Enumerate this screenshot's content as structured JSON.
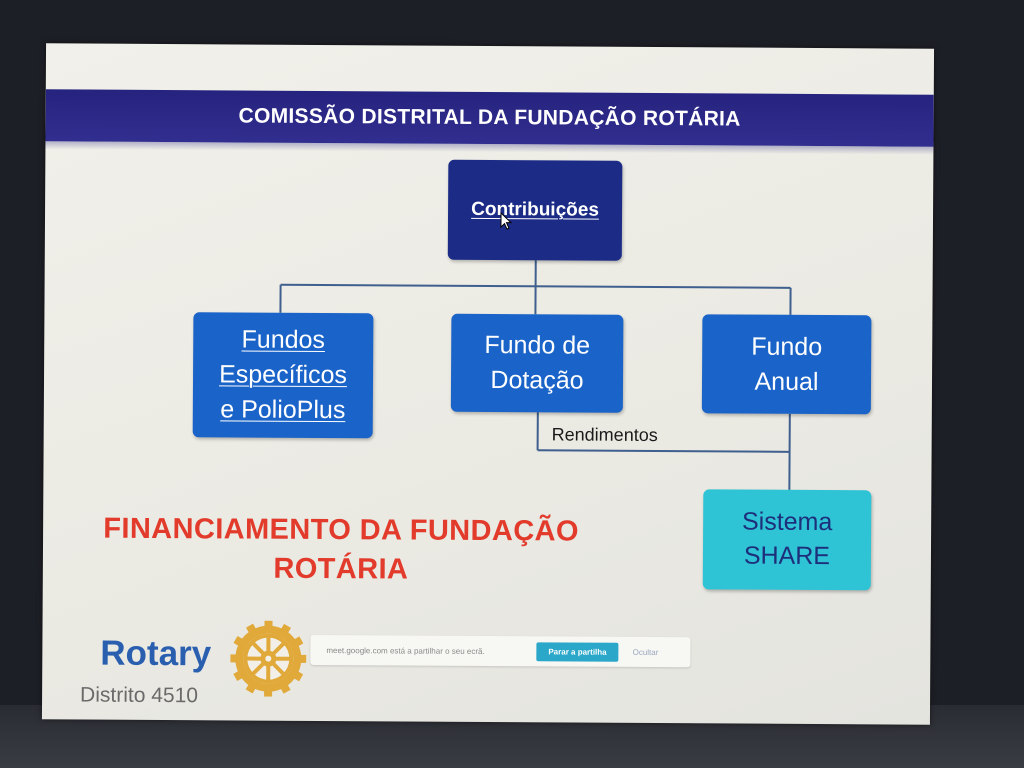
{
  "slide": {
    "title": "COMISSÃO DISTRITAL DA FUNDAÇÃO ROTÁRIA",
    "top_box": "Contribuições",
    "boxes": {
      "fundos": "Fundos\nEspecíficos\ne PolioPlus",
      "dotacao": "Fundo de\nDotação",
      "anual": "Fundo\nAnual",
      "share": "Sistema\nSHARE"
    },
    "rendimentos_label": "Rendimentos",
    "funding_title": "FINANCIAMENTO DA FUNDAÇÃO\nROTÁRIA",
    "logo": {
      "brand": "Rotary",
      "district": "Distrito 4510"
    }
  },
  "share_bar": {
    "message": "meet.google.com está a partilhar o seu ecrã.",
    "stop_button": "Parar a partilha",
    "hide_button": "Ocultar"
  },
  "colors": {
    "title_bar": "#26237f",
    "dark_box": "#1b2b86",
    "blue_box": "#1a63c8",
    "teal_box": "#2fc3d6",
    "funding_text": "#e23a2b",
    "rotary_blue": "#2a5fb0",
    "rotary_gold": "#e0a93a"
  },
  "icons": [
    "rotary-wheel-icon",
    "mouse-cursor-icon"
  ]
}
